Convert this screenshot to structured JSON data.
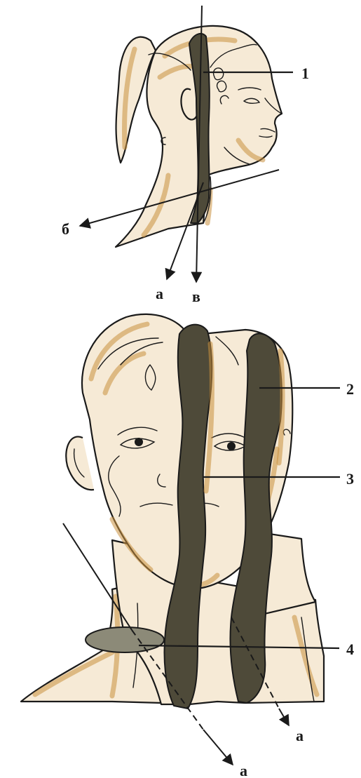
{
  "labels": {
    "callout_1": "1",
    "callout_2": "2",
    "callout_3": "3",
    "callout_4": "4",
    "axis_a_top": "а",
    "axis_b_top": "б",
    "axis_v_top": "в",
    "axis_a_bottom_left": "а",
    "axis_a_bottom_right": "а"
  },
  "colors": {
    "skin": "#f6ead6",
    "ochre_shading": "#c98f3e",
    "cut_surface_dark": "#4e4a39",
    "cut_surface_light": "#8c8a78",
    "ink": "#1a1a1a"
  }
}
